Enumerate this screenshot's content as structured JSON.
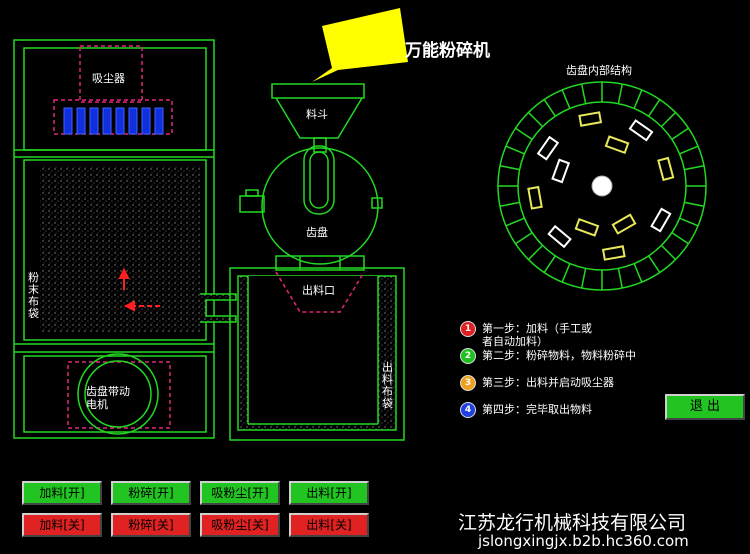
{
  "title": "万能粉碎机",
  "labels": {
    "dust_collector": "吸尘器",
    "hopper": "料斗",
    "gear_disc": "齿盘",
    "outlet": "出料口",
    "motor_line1": "齿盘带动",
    "motor_line2": "电机",
    "powder_bag": "粉末布袋",
    "outlet_bag": "出料布袋",
    "disc_internal": "齿盘内部结构"
  },
  "steps": [
    {
      "num": "1",
      "text": "第一步：加料（手工或者自动加料）",
      "color": "#e02020"
    },
    {
      "num": "2",
      "text": "第二步：粉碎物料，物料粉碎中",
      "color": "#20c020"
    },
    {
      "num": "3",
      "text": "第三步：出料并启动吸尘器",
      "color": "#f0a020"
    },
    {
      "num": "4",
      "text": "第四步：完毕取出物料",
      "color": "#2040e0"
    }
  ],
  "exit_button": "退 出",
  "control_buttons_on": [
    "加料[开]",
    "粉碎[开]",
    "吸粉尘[开]",
    "出料[开]"
  ],
  "control_buttons_off": [
    "加料[关]",
    "粉碎[关]",
    "吸粉尘[关]",
    "出料[关]"
  ],
  "watermark": {
    "company": "江苏龙行机械科技有限公司",
    "url": "jslongxingjx.b2b.hc360.com"
  },
  "colors": {
    "frame": "#22d822",
    "dust": "#e0287a",
    "filter": "#1030e0",
    "cone": "#e0287a",
    "bars": "#e8e85a",
    "on": "#22c422",
    "off": "#e02222",
    "callout": "#ffff00"
  }
}
